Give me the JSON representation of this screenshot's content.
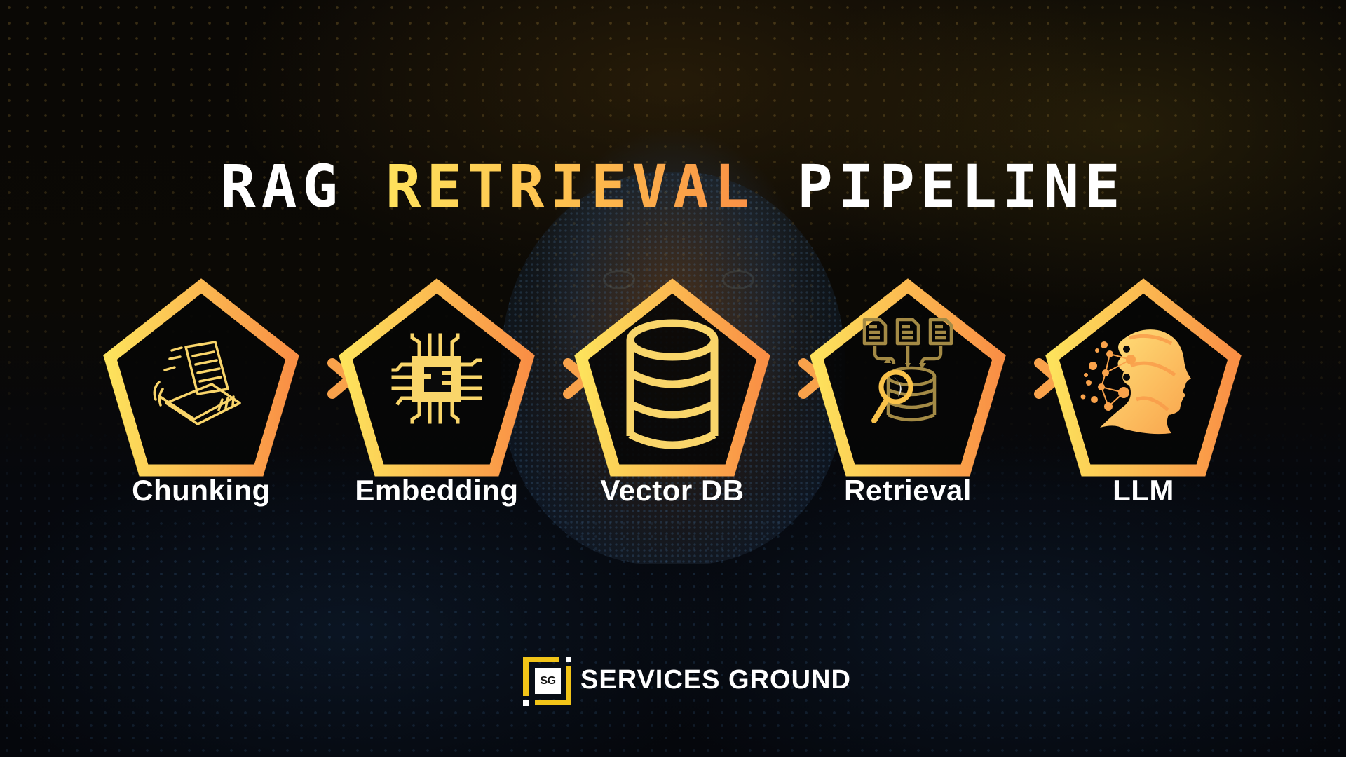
{
  "title": {
    "word1": "RAG",
    "word2": "RETRIEVAL",
    "word3": "PIPELINE"
  },
  "colors": {
    "gradient_start": "#fcd95a",
    "gradient_end": "#f9954a",
    "icon_gold": "#f9d56a",
    "icon_muted_gold": "#a38a45",
    "logo_yellow": "#f2c418",
    "background": "#05070c"
  },
  "pipeline": {
    "steps": [
      {
        "label": "Chunking",
        "icon": "documents-chunking-icon"
      },
      {
        "label": "Embedding",
        "icon": "chip-icon"
      },
      {
        "label": "Vector DB",
        "icon": "database-icon"
      },
      {
        "label": "Retrieval",
        "icon": "search-documents-database-icon"
      },
      {
        "label": "LLM",
        "icon": "ai-head-icon"
      }
    ],
    "connector": "arrow-right-icon"
  },
  "logo": {
    "mark_text": "SG",
    "brand_name": "SERVICES GROUND"
  }
}
